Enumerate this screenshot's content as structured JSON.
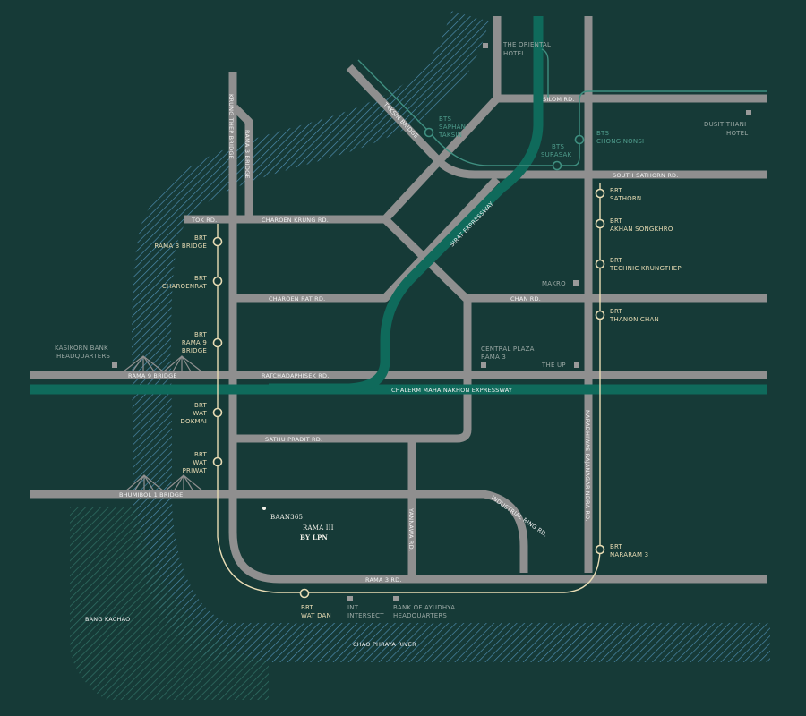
{
  "project": {
    "name": "BAAN365",
    "sub": "RAMA III",
    "by": "BY LPN"
  },
  "roads": {
    "krung_thep_bridge": "KRUNG THEP BRIDGE",
    "rama3_bridge": "RAMA 3 BRIDGE",
    "tok": "TOK RD.",
    "charoen_krung": "CHAROEN KRUNG RD.",
    "charoen_rat": "CHAROEN RAT RD.",
    "taksin_bridge": "TAKSIN BRIDGE",
    "silom": "SILOM RD.",
    "south_sathorn": "SOUTH SATHORN RD.",
    "sirat": "SIRAT EXPRESSWAY",
    "chan": "CHAN RD.",
    "rama9_bridge": "RAMA 9 BRIDGE",
    "ratchadaphisek": "RATCHADAPHISEK RD.",
    "chalerm": "CHALERM MAHA NAKHON EXPRESSWAY",
    "sathu_pradit": "SATHU PRADIT RD.",
    "bhumibol": "BHUMIBOL 1 BRIDGE",
    "yannawa": "YANNAWA RD.",
    "industrial_ring": "INDUSTRIAL RING RD.",
    "naradhiwas": "NARADHIWAS RAJANAGARINDRA RD.",
    "rama3": "RAMA 3 RD.",
    "river": "CHAO PHRAYA RIVER",
    "bang_kachao": "BANG KACHAO"
  },
  "places": {
    "oriental": [
      "THE ORIENTAL",
      "HOTEL"
    ],
    "dusit": [
      "DUSIT THANI",
      "HOTEL"
    ],
    "kasikorn": [
      "KASIKORN BANK",
      "HEADQUARTERS"
    ],
    "makro": "MAKRO",
    "central": [
      "CENTRAL PLAZA",
      "RAMA 3"
    ],
    "theup": "THE UP",
    "int": [
      "INT",
      "INTERSECT"
    ],
    "ayudhya": [
      "BANK OF AYUDHYA",
      "HEADQUARTERS"
    ]
  },
  "bts": {
    "saphan_taksin": [
      "BTS",
      "SAPHAN",
      "TAKSIN"
    ],
    "surasak": [
      "BTS",
      "SURASAK"
    ],
    "chong_nonsi": [
      "BTS",
      "CHONG NONSI"
    ]
  },
  "brt": {
    "rama3_bridge": [
      "BRT",
      "RAMA 3 BRIDGE"
    ],
    "charoenrat": [
      "BRT",
      "CHAROENRAT"
    ],
    "rama9_bridge": [
      "BRT",
      "RAMA 9",
      "BRIDGE"
    ],
    "wat_dokmai": [
      "BRT",
      "WAT",
      "DOKMAI"
    ],
    "wat_priwat": [
      "BRT",
      "WAT",
      "PRIWAT"
    ],
    "wat_dan": [
      "BRT",
      "WAT DAN"
    ],
    "nararam3": [
      "BRT",
      "NARARAM 3"
    ],
    "thanon_chan": [
      "BRT",
      "THANON CHAN"
    ],
    "technic": [
      "BRT",
      "TECHNIC KRUNGTHEP"
    ],
    "akhan": [
      "BRT",
      "AKHAN SONGKHRO"
    ],
    "sathorn": [
      "BRT",
      "SATHORN"
    ]
  },
  "colors": {
    "background": "#163a37",
    "road": "#8f8f8f",
    "expressway": "#0f6a5b",
    "brt": "#e8dcb4",
    "bts": "#3f8f80",
    "river": "#4f8fb3"
  }
}
